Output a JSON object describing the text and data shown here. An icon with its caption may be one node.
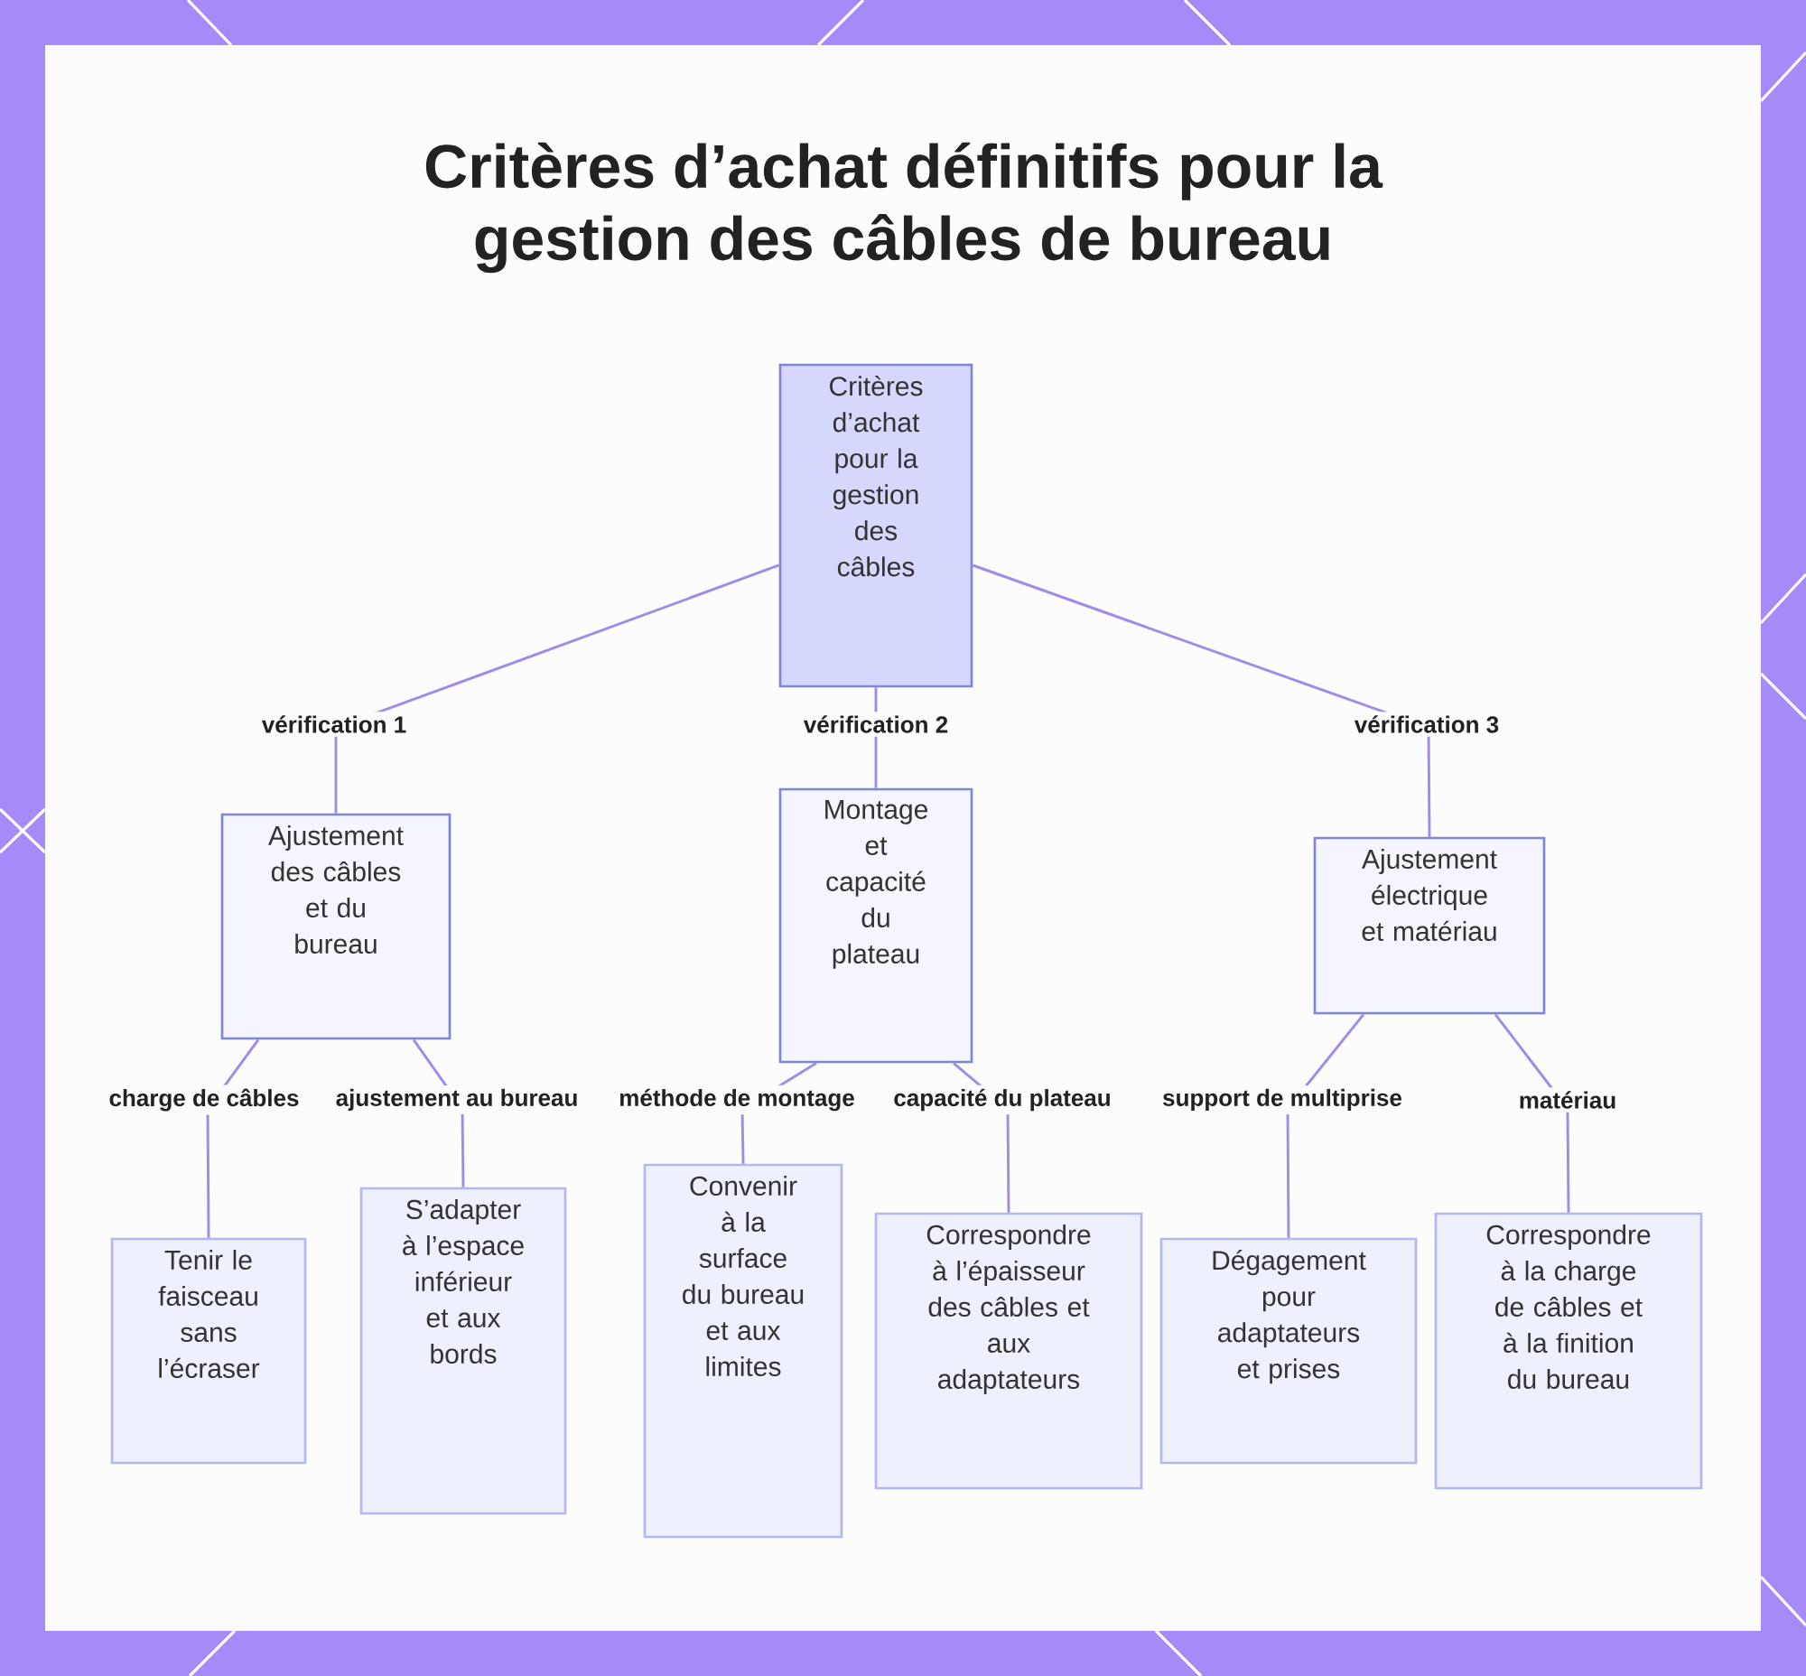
{
  "diagram": {
    "title": "Critères d’achat définitifs pour la gestion des câbles de bureau",
    "nodes": [
      {
        "text": [
          "Critères d’achat pour la gestion des câbles"
        ]
      },
      {
        "text": [
          "Ajustement des câbles et du bureau"
        ]
      },
      {
        "text": [
          "Montage et capacité du plateau"
        ]
      },
      {
        "text": [
          "Ajustement électrique et matériau"
        ]
      },
      {
        "text": [
          "Tenir le faisceau sans l’écraser"
        ]
      },
      {
        "text": [
          "S’adapter à l’espace inférieur et aux bords"
        ]
      },
      {
        "text": [
          "Convenir à la surface du bureau et aux limites"
        ]
      },
      {
        "text": [
          "Correspondre à l’épaisseur des câbles et aux adaptateurs"
        ]
      },
      {
        "text": [
          "Dégagement pour adaptateurs et prises"
        ]
      },
      {
        "text": [
          "Correspondre à la charge de câbles et à la finition du bureau"
        ]
      }
    ],
    "edges": [
      {
        "from": 0,
        "to": 1,
        "arrow": "none",
        "label": "vérification 1"
      },
      {
        "from": 0,
        "to": 2,
        "arrow": "none",
        "label": "vérification 2"
      },
      {
        "from": 0,
        "to": 3,
        "arrow": "none",
        "label": "vérification 3"
      },
      {
        "from": 1,
        "to": 4,
        "arrow": "none",
        "label": "charge de câbles"
      },
      {
        "from": 1,
        "to": 5,
        "arrow": "none",
        "label": "ajustement au bureau"
      },
      {
        "from": 2,
        "to": 6,
        "arrow": "none",
        "label": "méthode de montage"
      },
      {
        "from": 2,
        "to": 7,
        "arrow": "none",
        "label": "capacité du plateau"
      },
      {
        "from": 3,
        "to": 8,
        "arrow": "none",
        "label": "support de multiprise"
      },
      {
        "from": 3,
        "to": 9,
        "arrow": "none",
        "label": "matériau"
      }
    ]
  }
}
